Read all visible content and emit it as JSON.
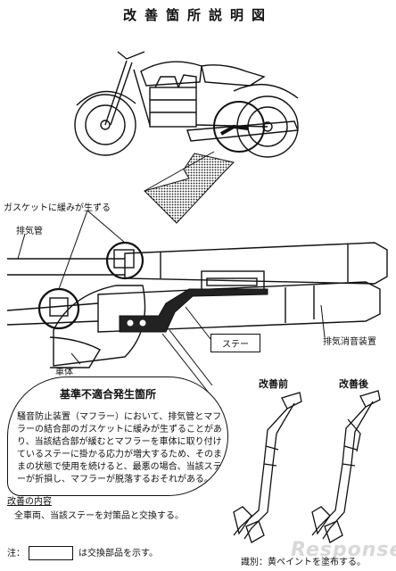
{
  "document": {
    "title": "改善箇所説明図",
    "labels": {
      "gasket": "ガスケットに緩みが生ずる",
      "exhaust_pipe": "排気管",
      "stay": "ステー",
      "muffler": "排気消音装置",
      "body": "車体",
      "before": "改善前",
      "after": "改善後"
    },
    "defect_box": {
      "heading": "基準不適合発生箇所",
      "text": "騒音防止装置（マフラー）において、排気管とマフラーの結合部のガスケットに緩みが生ずることがあり、当該結合部が緩むとマフラーを車体に取り付けているステーに掛かる応力が増大するため、そのままの状態で使用を続けると、最悪の場合、当該ステーが折損し、マフラーが脱落するおそれがある。"
    },
    "remedy": {
      "heading": "改善の内容",
      "text": "全車両、当該ステーを対策品と交換する。"
    },
    "note": {
      "prefix": "注：",
      "suffix": "は交換部品を示す。"
    },
    "identification": "識別：黄ペイントを塗布する。",
    "watermark": "Response."
  }
}
